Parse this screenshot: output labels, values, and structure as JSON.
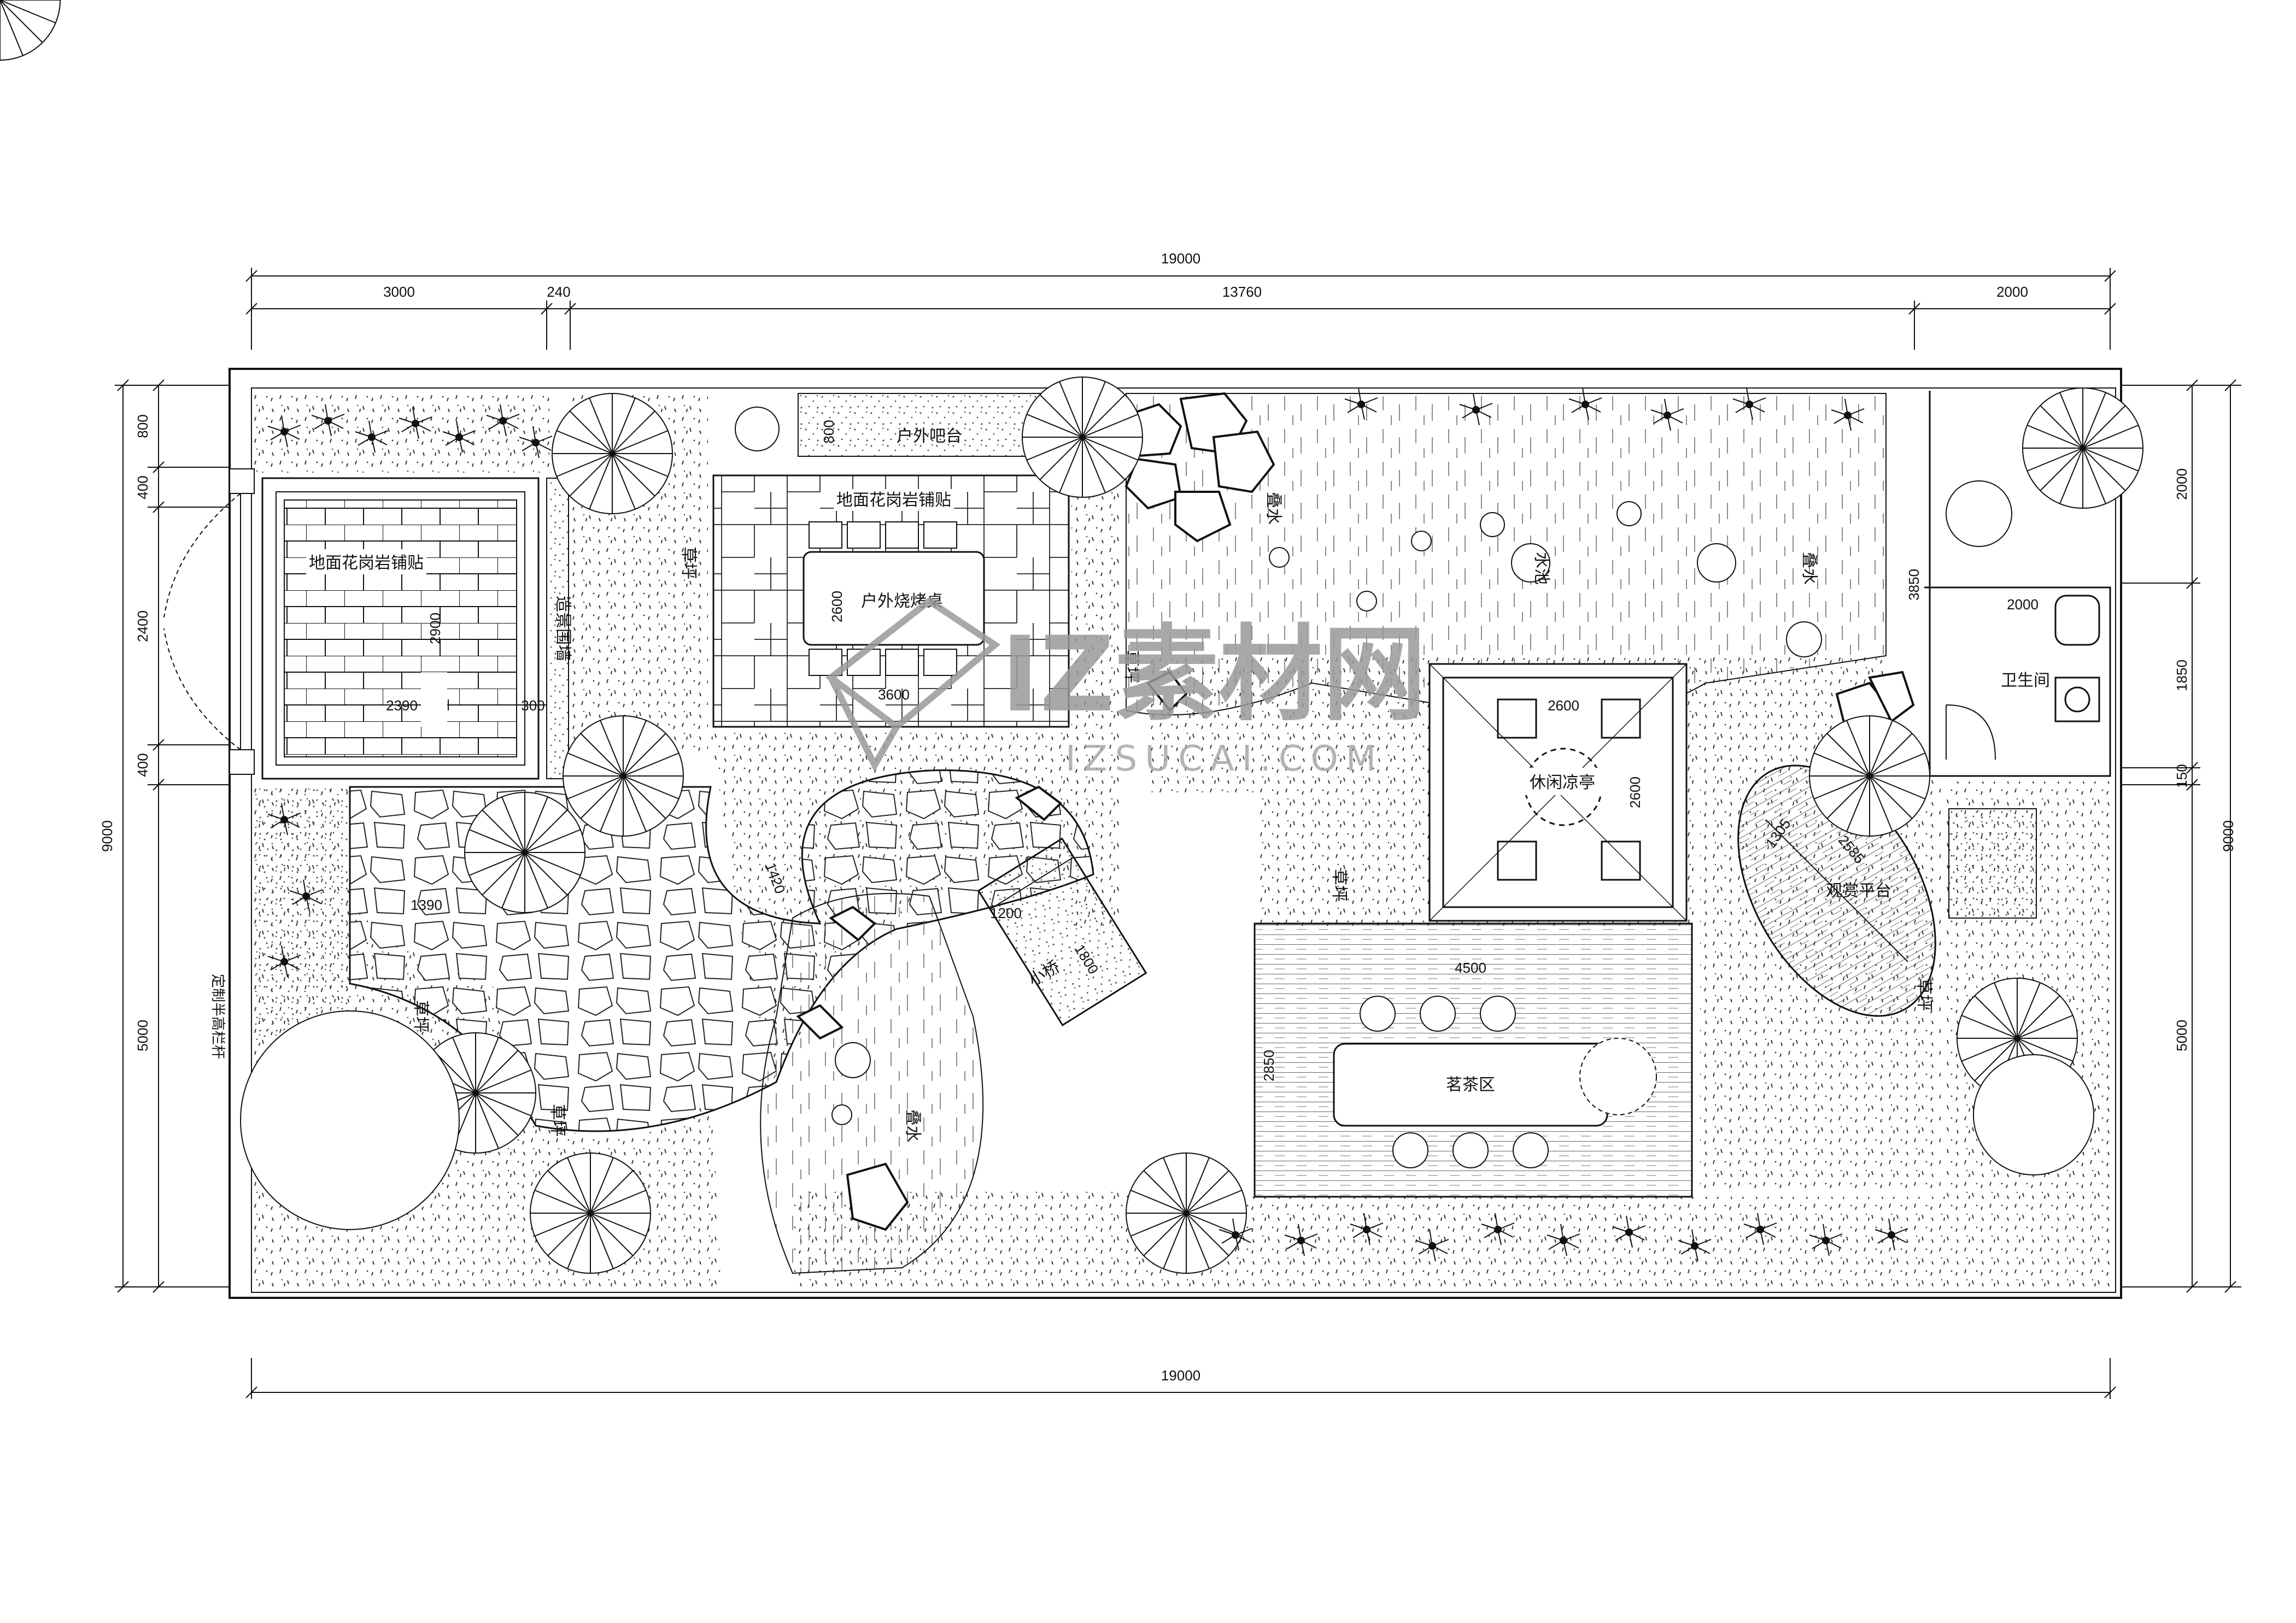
{
  "dimensions": {
    "top_total": "19000",
    "top_seg_1": "3000",
    "top_seg_2": "240",
    "top_seg_3": "13760",
    "top_seg_4": "2000",
    "bottom_total": "19000",
    "left_1": "800",
    "left_2": "400",
    "left_3": "2400",
    "left_4": "400",
    "left_5": "5000",
    "left_total": "9000",
    "right_1": "2000",
    "right_2": "1850",
    "right_3": "150",
    "right_4": "5000",
    "right_total": "9000",
    "paving_h": "2900",
    "paving_w": "2390",
    "paving_gap": "300",
    "bar_h": "800",
    "bbq_h": "2600",
    "bbq_w": "3600",
    "path_1": "1390",
    "path_2": "1420",
    "bridge_w": "1200",
    "bridge_l": "1800",
    "pavilion_w": "2600",
    "pavilion_h": "2600",
    "tea_w": "4500",
    "tea_h": "2850",
    "platform_1": "1305",
    "platform_2": "2585",
    "wc_h": "3850",
    "wc_w": "2000"
  },
  "labels": {
    "paving_left": "地面花岗岩铺贴",
    "paving_top": "地面花岗岩铺贴",
    "bar": "户外吧台",
    "bbq": "户外烧烤桌",
    "pool": "水池",
    "cascade_1": "叠水",
    "cascade_2": "叠水",
    "cascade_3": "叠水",
    "lawn_1": "草坪",
    "lawn_2": "草坪",
    "lawn_3": "草坪",
    "lawn_4": "草坪",
    "lawn_5": "草坪",
    "lawn_6": "草坪",
    "pavilion": "休闲凉亭",
    "platform": "观赏平台",
    "tea": "茗茶区",
    "bridge": "小桥",
    "wc": "卫生间",
    "wall_seat": "造景围墙",
    "railing": "定制半高栏杆"
  },
  "watermark": {
    "main": "IZ素材网",
    "sub": "IZSUCAI.COM"
  },
  "colors": {
    "line": "#111111",
    "watermark": "#9a9a9a"
  }
}
